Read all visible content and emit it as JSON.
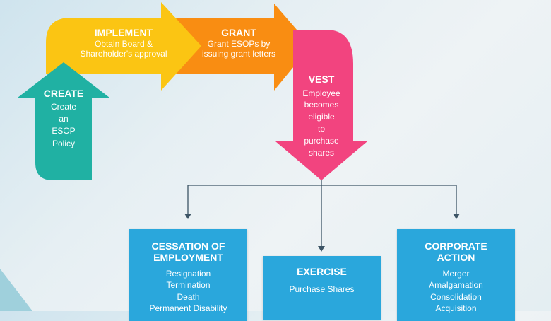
{
  "colors": {
    "create": "#20b1a3",
    "implement": "#fbc513",
    "grant": "#f98d12",
    "vest": "#f2447f",
    "box": "#2aa7dc",
    "connector": "#3d5566"
  },
  "steps": [
    {
      "id": "create",
      "title": "CREATE",
      "desc": [
        "Create",
        "an",
        "ESOP",
        "Policy"
      ]
    },
    {
      "id": "implement",
      "title": "IMPLEMENT",
      "desc": [
        "Obtain Board &",
        "Shareholder's approval"
      ]
    },
    {
      "id": "grant",
      "title": "GRANT",
      "desc": [
        "Grant ESOPs by",
        "issuing grant letters"
      ]
    },
    {
      "id": "vest",
      "title": "VEST",
      "desc": [
        "Employee",
        "becomes",
        "eligible",
        "to",
        "purchase",
        "shares"
      ]
    }
  ],
  "outcomes": [
    {
      "id": "cessation",
      "title": [
        "CESSATION OF",
        "EMPLOYMENT"
      ],
      "items": [
        "Resignation",
        "Termination",
        "Death",
        "Permanent Disability"
      ]
    },
    {
      "id": "exercise",
      "title": [
        "EXERCISE"
      ],
      "items": [
        "Purchase Shares"
      ]
    },
    {
      "id": "corporate",
      "title": [
        "CORPORATE",
        "ACTION"
      ],
      "items": [
        "Merger",
        "Amalgamation",
        "Consolidation",
        "Acquisition"
      ]
    }
  ]
}
